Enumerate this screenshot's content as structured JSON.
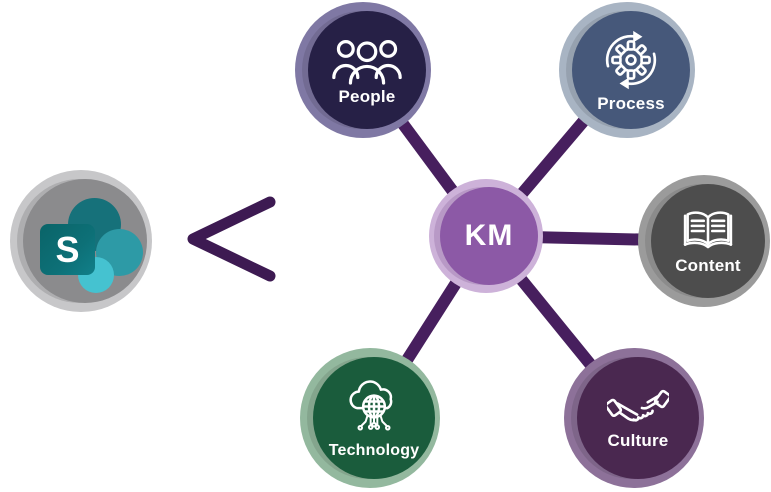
{
  "background_color": "#ffffff",
  "connector_color": "#471f5e",
  "comparison": {
    "symbol": "<",
    "color": "#3d1a52"
  },
  "sharepoint": {
    "label_letter": "S",
    "circle_color": "#8b8b8d",
    "ring_color": "#c7c7c9",
    "logo_colors": {
      "square": "#0d7077",
      "circle_large": "#16717a",
      "circle_medium": "#2d9aa6",
      "circle_small": "#45c2d0"
    }
  },
  "center": {
    "label": "KM",
    "inner_color": "#8c59a6",
    "ring_color": "#cdb2d9"
  },
  "nodes": [
    {
      "id": "people",
      "label": "People",
      "icon": "people-group-icon",
      "inner_color": "#262046",
      "ring_color": "#7f78a4"
    },
    {
      "id": "process",
      "label": "Process",
      "icon": "gear-sync-icon",
      "inner_color": "#46587a",
      "ring_color": "#a8b4c3"
    },
    {
      "id": "content",
      "label": "Content",
      "icon": "open-book-icon",
      "inner_color": "#4d4d4d",
      "ring_color": "#9b9b9b"
    },
    {
      "id": "culture",
      "label": "Culture",
      "icon": "handshake-icon",
      "inner_color": "#4a2850",
      "ring_color": "#8d7199"
    },
    {
      "id": "technology",
      "label": "Technology",
      "icon": "cloud-circuit-globe-icon",
      "inner_color": "#1a5c3c",
      "ring_color": "#93b89e"
    }
  ]
}
